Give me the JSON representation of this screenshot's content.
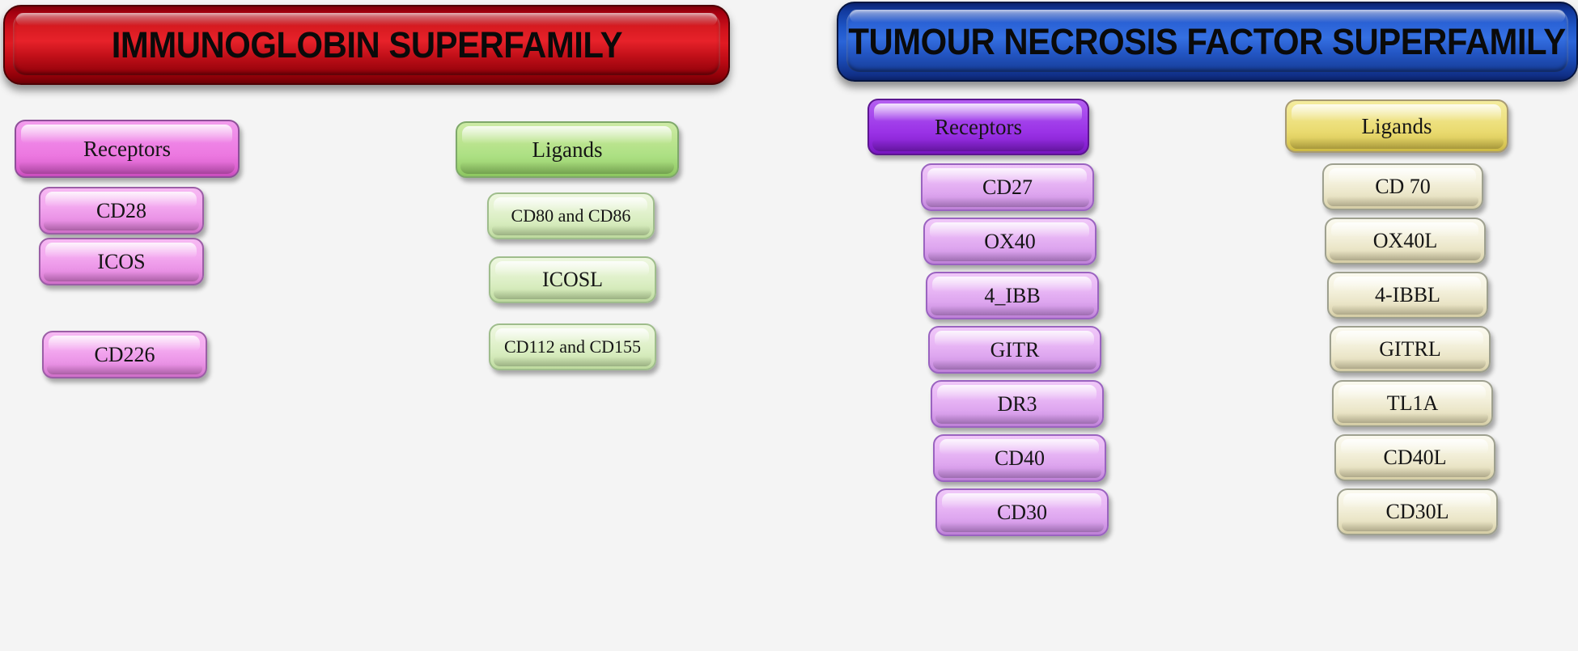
{
  "background_color": "#f4f4f4",
  "panels": [
    {
      "id": "immunoglobin",
      "banner": {
        "title": "IMMUNOGLOBIN SUPERFAMILY",
        "color": "#d7181f",
        "text_color": "#0a0a0a"
      },
      "columns": [
        {
          "id": "ig-receptors",
          "header": "Receptors",
          "header_color": "#ee82ee",
          "item_color": "#f3a8ef",
          "items": [
            "CD28",
            "ICOS",
            "CD226"
          ]
        },
        {
          "id": "ig-ligands",
          "header": "Ligands",
          "header_color": "#b5e08a",
          "item_color": "#dcedc2",
          "items": [
            "CD80 and CD86",
            "ICOSL",
            "CD112 and CD155"
          ]
        }
      ]
    },
    {
      "id": "tnf",
      "banner": {
        "title": "TUMOUR NECROSIS FACTOR SUPERFAMILY",
        "color": "#2a62d6",
        "text_color": "#0a0a0a"
      },
      "columns": [
        {
          "id": "tnf-receptors",
          "header": "Receptors",
          "header_color": "#9a32e6",
          "item_color": "#e4b0f2",
          "items": [
            "CD27",
            "OX40",
            "4_IBB",
            "GITR",
            "DR3",
            "CD40",
            "CD30"
          ]
        },
        {
          "id": "tnf-ligands",
          "header": "Ligands",
          "header_color": "#e9da6f",
          "item_color": "#efead3",
          "items": [
            "CD 70",
            "OX40L",
            "4-IBBL",
            "GITRL",
            "TL1A",
            "CD40L",
            "CD30L"
          ]
        }
      ]
    }
  ]
}
